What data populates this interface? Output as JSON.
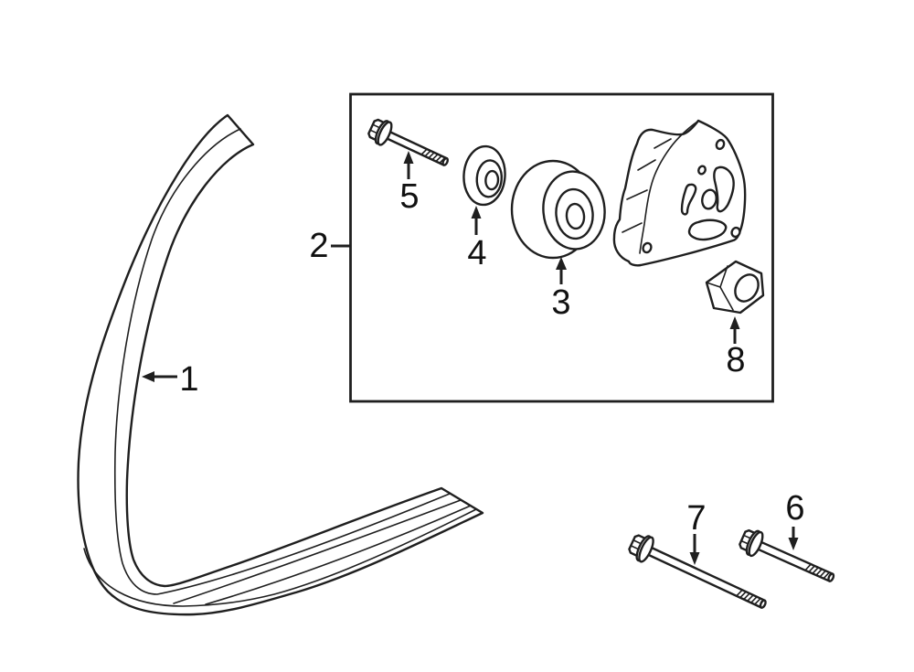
{
  "background_color": "#ffffff",
  "line_color": "#1f1f1f",
  "callouts": [
    {
      "label": "1",
      "part": "serpentine-belt"
    },
    {
      "label": "2",
      "part": "idler-pulley-kit-box"
    },
    {
      "label": "3",
      "part": "idler-pulley"
    },
    {
      "label": "4",
      "part": "washer"
    },
    {
      "label": "5",
      "part": "pulley-bolt"
    },
    {
      "label": "6",
      "part": "mount-bolt-short"
    },
    {
      "label": "7",
      "part": "mount-bolt-long"
    },
    {
      "label": "8",
      "part": "nut"
    }
  ]
}
